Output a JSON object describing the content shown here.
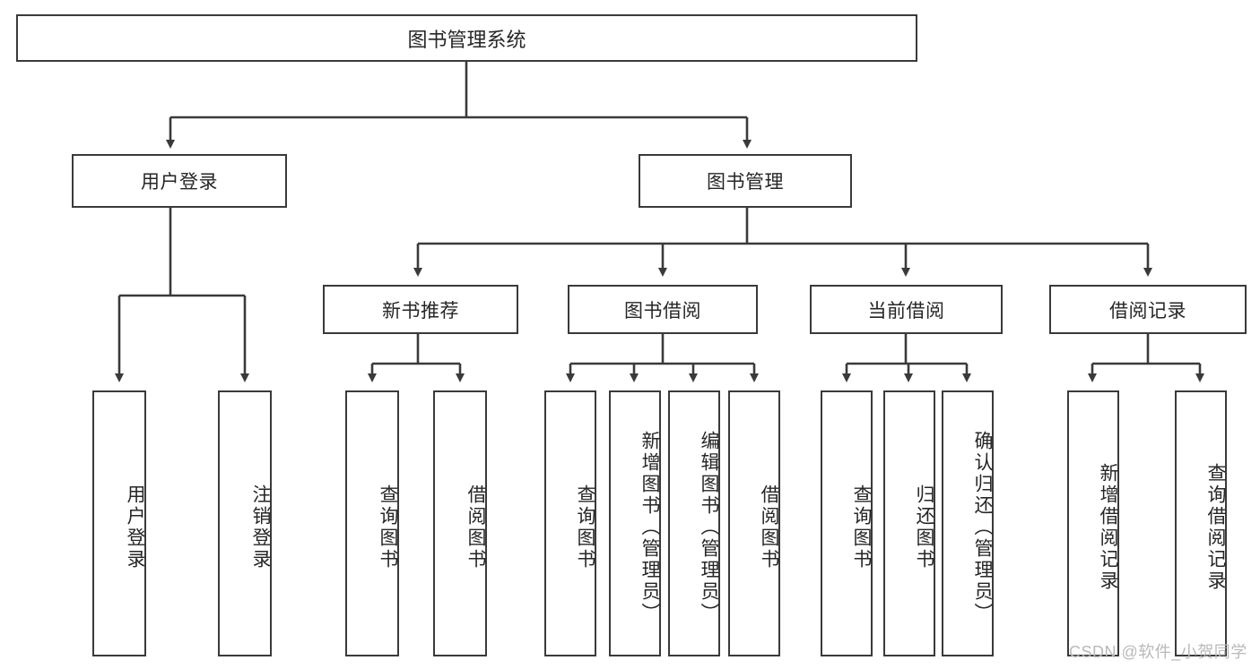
{
  "diagram": {
    "type": "tree-hierarchy-chart",
    "title": "图书管理系统",
    "stroke_color": "#3a3a3a",
    "fill_color": "#ffffff",
    "text_color": "#262626",
    "levels": {
      "root": {
        "label": "图书管理系统"
      },
      "level2": [
        {
          "label": "用户登录"
        },
        {
          "label": "图书管理"
        }
      ],
      "level3": [
        {
          "label": "新书推荐"
        },
        {
          "label": "图书借阅"
        },
        {
          "label": "当前借阅"
        },
        {
          "label": "借阅记录"
        }
      ],
      "leaves": {
        "user_login": [
          {
            "label": "用户登录"
          },
          {
            "label": "注销登录"
          }
        ],
        "new_book_recommend": [
          {
            "label": "查询图书"
          },
          {
            "label": "借阅图书"
          }
        ],
        "book_borrow": [
          {
            "label": "查询图书"
          },
          {
            "label": "新增图书（管理员）"
          },
          {
            "label": "编辑图书（管理员）"
          },
          {
            "label": "借阅图书"
          }
        ],
        "current_borrow": [
          {
            "label": "查询图书"
          },
          {
            "label": "归还图书"
          },
          {
            "label": "确认归还（管理员）"
          }
        ],
        "borrow_record": [
          {
            "label": "新增借阅记录"
          },
          {
            "label": "查询借阅记录"
          }
        ]
      }
    }
  },
  "watermark": {
    "text": "CSDN @软件_小贺同学"
  }
}
